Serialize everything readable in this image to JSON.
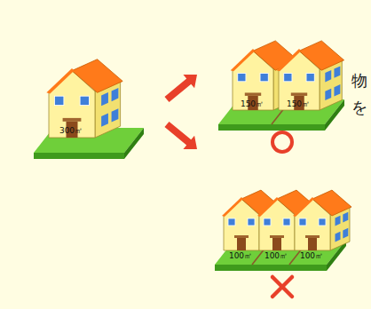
{
  "diagram": {
    "labels": [
      "物",
      "を",
      "300㎡",
      "150㎡",
      "150㎡",
      "100㎡",
      "100㎡",
      "100㎡"
    ]
  }
}
